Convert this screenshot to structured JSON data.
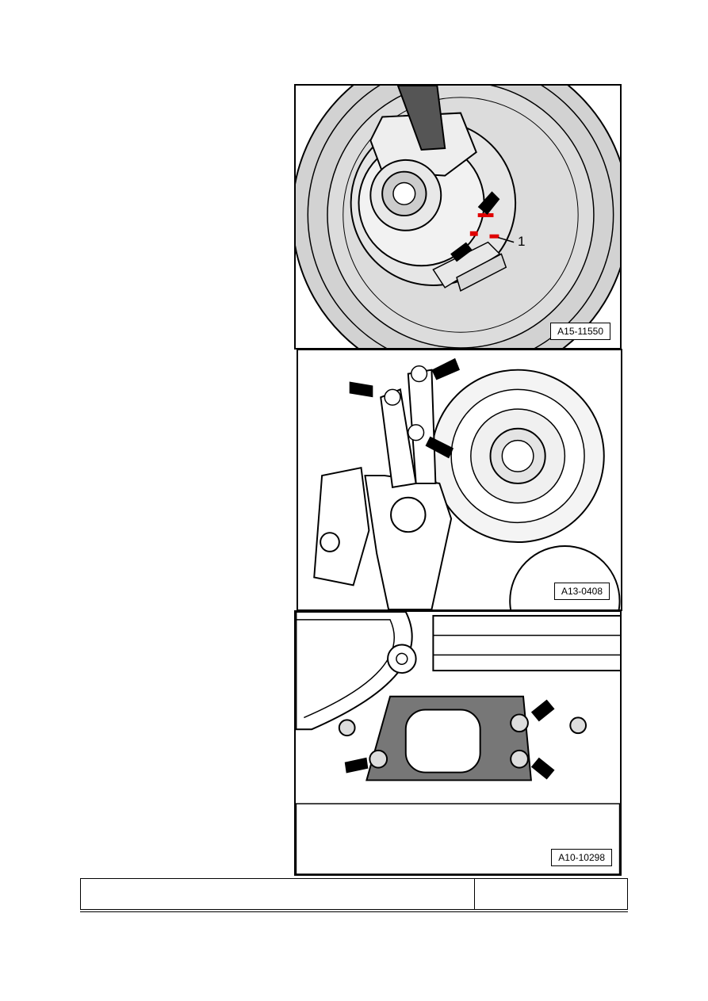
{
  "figures": [
    {
      "label": "A15-11550",
      "callout": "1"
    },
    {
      "label": "A13-0408"
    },
    {
      "label": "A10-10298"
    }
  ],
  "footer": {
    "left_cell": "",
    "right_cell": ""
  }
}
